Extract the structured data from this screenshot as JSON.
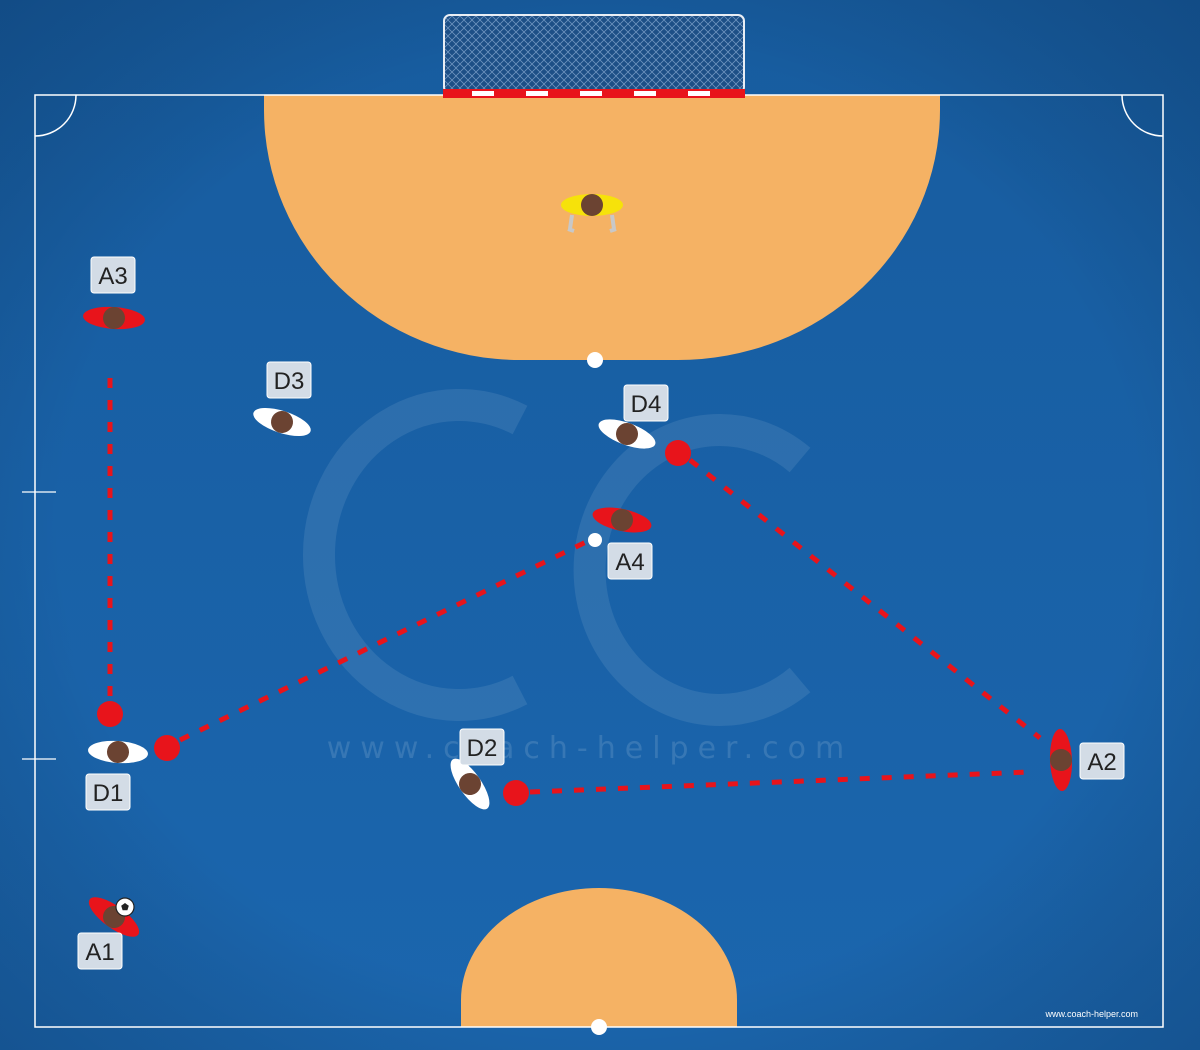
{
  "colors": {
    "court": "#1a63a8",
    "court_dark": "#15558f",
    "zone": "#f5b264",
    "line": "#ffffff",
    "attacker": "#e8141b",
    "defender": "#ffffff",
    "goalkeeper": "#f6e20a",
    "head": "#6b4332",
    "label_bg": "#d3dce6",
    "dash": "#e8141b"
  },
  "players": {
    "A1": {
      "label": "A1",
      "role": "attacker",
      "has_ball": true
    },
    "A2": {
      "label": "A2",
      "role": "attacker"
    },
    "A3": {
      "label": "A3",
      "role": "attacker"
    },
    "A4": {
      "label": "A4",
      "role": "attacker"
    },
    "D1": {
      "label": "D1",
      "role": "defender"
    },
    "D2": {
      "label": "D2",
      "role": "defender"
    },
    "D3": {
      "label": "D3",
      "role": "defender"
    },
    "D4": {
      "label": "D4",
      "role": "defender"
    },
    "GK": {
      "label": "",
      "role": "goalkeeper"
    }
  },
  "icons": [
    "goal-net-icon",
    "goalkeeper-icon",
    "player-icon",
    "ball-icon",
    "cone-icon"
  ],
  "watermark": {
    "monogram": "CC",
    "url": "www.coach-helper.com"
  },
  "credit": "www.coach-helper.com"
}
